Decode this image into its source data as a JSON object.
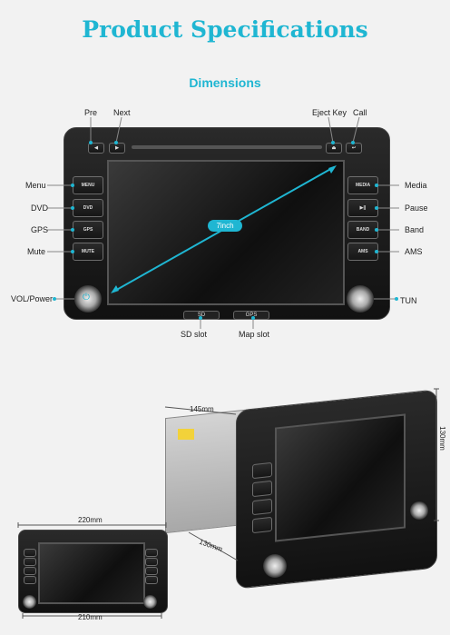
{
  "header": {
    "title": "Product Specifications",
    "subtitle": "Dimensions"
  },
  "labels": {
    "pre": "Pre",
    "next": "Next",
    "eject": "Eject Key",
    "call": "Call",
    "menu": "Menu",
    "dvd": "DVD",
    "gps": "GPS",
    "mute": "Mute",
    "vol": "VOL/Power",
    "media": "Media",
    "pause": "Pause",
    "band": "Band",
    "ams": "AMS",
    "tun": "TUN",
    "sd": "SD slot",
    "map": "Map slot",
    "screen_size": "7inch"
  },
  "buttons": {
    "menu": "MENU",
    "dvd": "DVD",
    "gps": "GPS",
    "mute": "MUTE",
    "media": "MEDIA",
    "pause": "▶||",
    "band": "BAND",
    "ams": "AMS",
    "sd": "SD",
    "gps_slot": "GPS",
    "prev": "◀",
    "next": "▶",
    "eject": "⏏",
    "call": "↩"
  },
  "dimensions": {
    "depth": "145mm",
    "height": "130mm",
    "depth2": "130mm",
    "width_top": "220mm",
    "width_bottom": "210mm"
  },
  "colors": {
    "accent": "#1fb6d2"
  }
}
